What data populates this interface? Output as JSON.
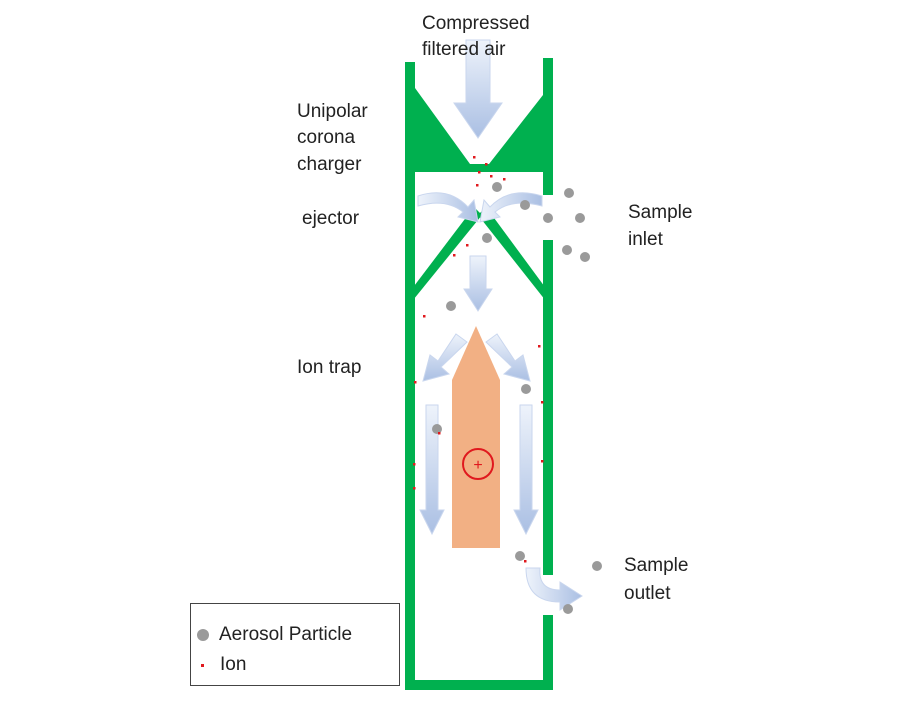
{
  "labels": {
    "compressed_line1": "Compressed",
    "compressed_line2": "filtered air",
    "corona_line1": "Unipolar",
    "corona_line2": "corona",
    "corona_line3": "charger",
    "ejector": "ejector",
    "ion_trap": "Ion trap",
    "inlet_line1": "Sample",
    "inlet_line2": "inlet",
    "outlet_line1": "Sample",
    "outlet_line2": "outlet",
    "electrode_sign": "+"
  },
  "legend": {
    "aerosol": "Aerosol Particle",
    "ion": "Ion"
  },
  "colors": {
    "wall": "#00b04f",
    "electrode": "#f2b084",
    "particle": "#9a9a9a",
    "ion": "#e0191e",
    "arrow": "#b8c8e6"
  }
}
